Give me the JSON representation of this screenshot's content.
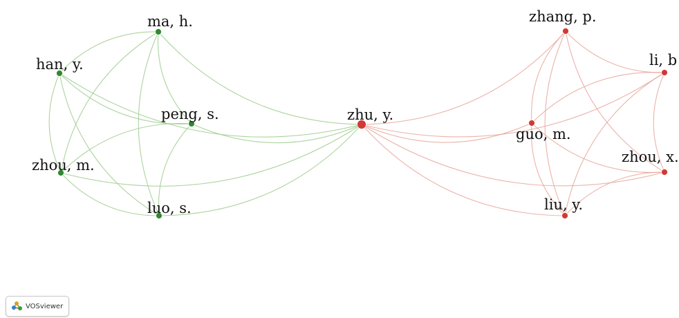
{
  "clusters": {
    "green": {
      "node": "#2f8a2f",
      "edge": "#9fcb8e"
    },
    "red": {
      "node": "#d03a36",
      "edge": "#e8a59a"
    }
  },
  "nodes": [
    {
      "id": "ma",
      "label": "ma, h.",
      "cluster": "green"
    },
    {
      "id": "han",
      "label": "han, y.",
      "cluster": "green"
    },
    {
      "id": "peng",
      "label": "peng, s.",
      "cluster": "green"
    },
    {
      "id": "zhou_m",
      "label": "zhou, m.",
      "cluster": "green"
    },
    {
      "id": "luo",
      "label": "luo, s.",
      "cluster": "green"
    },
    {
      "id": "zhu",
      "label": "zhu, y.",
      "cluster": "red"
    },
    {
      "id": "zhang",
      "label": "zhang, p.",
      "cluster": "red"
    },
    {
      "id": "li",
      "label": "li, b",
      "cluster": "red"
    },
    {
      "id": "guo",
      "label": "guo, m.",
      "cluster": "red"
    },
    {
      "id": "zhou_x",
      "label": "zhou, x.",
      "cluster": "red"
    },
    {
      "id": "liu",
      "label": "liu, y.",
      "cluster": "red"
    }
  ],
  "links": [
    [
      "ma",
      "han"
    ],
    [
      "ma",
      "peng"
    ],
    [
      "ma",
      "zhou_m"
    ],
    [
      "ma",
      "luo"
    ],
    [
      "ma",
      "zhu"
    ],
    [
      "han",
      "peng"
    ],
    [
      "han",
      "zhou_m"
    ],
    [
      "han",
      "luo"
    ],
    [
      "han",
      "zhu"
    ],
    [
      "peng",
      "zhou_m"
    ],
    [
      "peng",
      "luo"
    ],
    [
      "peng",
      "zhu"
    ],
    [
      "zhou_m",
      "luo"
    ],
    [
      "zhou_m",
      "zhu"
    ],
    [
      "luo",
      "zhu"
    ],
    [
      "zhu",
      "zhang"
    ],
    [
      "zhu",
      "li"
    ],
    [
      "zhu",
      "guo"
    ],
    [
      "zhu",
      "zhou_x"
    ],
    [
      "zhu",
      "liu"
    ],
    [
      "zhang",
      "li"
    ],
    [
      "zhang",
      "guo"
    ],
    [
      "zhang",
      "zhou_x"
    ],
    [
      "zhang",
      "liu"
    ],
    [
      "li",
      "guo"
    ],
    [
      "li",
      "zhou_x"
    ],
    [
      "li",
      "liu"
    ],
    [
      "guo",
      "zhou_x"
    ],
    [
      "guo",
      "liu"
    ],
    [
      "zhou_x",
      "liu"
    ]
  ],
  "badge": {
    "label": "VOSviewer",
    "icon": "vosviewer-logo-icon"
  }
}
